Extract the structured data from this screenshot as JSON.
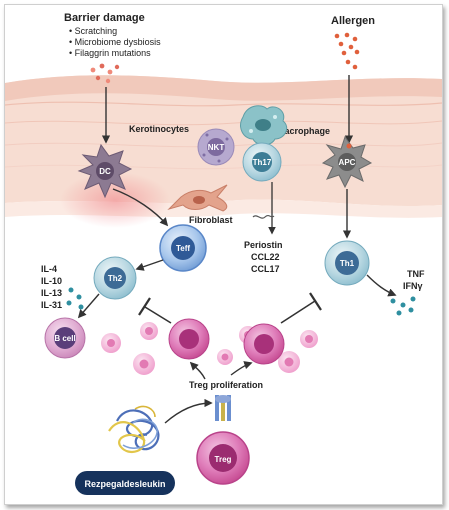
{
  "barrier": {
    "title": "Barrier damage",
    "items": [
      "• Scratching",
      "• Microbiome dysbiosis",
      "• Filaggrin mutations"
    ]
  },
  "allergen": "Allergen",
  "labels": {
    "keratinocytes": "Kerotinocytes",
    "macrophage": "Macrophage",
    "fibroblast": "Fibroblast",
    "treg_proliferation": "Treg proliferation"
  },
  "cells": {
    "dc": "DC",
    "nkt": "NKT",
    "th17": "Th17",
    "apc": "APC",
    "teff": "Teff",
    "th2": "Th2",
    "th1": "Th1",
    "bcell": "B cell",
    "treg": "Treg"
  },
  "th2_cytokines": [
    "IL-4",
    "IL-10",
    "IL-13",
    "IL-31"
  ],
  "th17_factors": [
    "Periostin",
    "CCL22",
    "CCL17"
  ],
  "th1_cytokines": [
    "TNF",
    "IFNγ"
  ],
  "drug": "Rezpegaldesleukin",
  "colors": {
    "skin": "#f6dcd2",
    "teff": "#5a87c8",
    "th_cells": "#8fbfd0",
    "treg": "#c2418d",
    "drug_pill": "#16325c",
    "allergen_dots": "#e0603c",
    "cytokine_dots": "#2f8fa0"
  }
}
